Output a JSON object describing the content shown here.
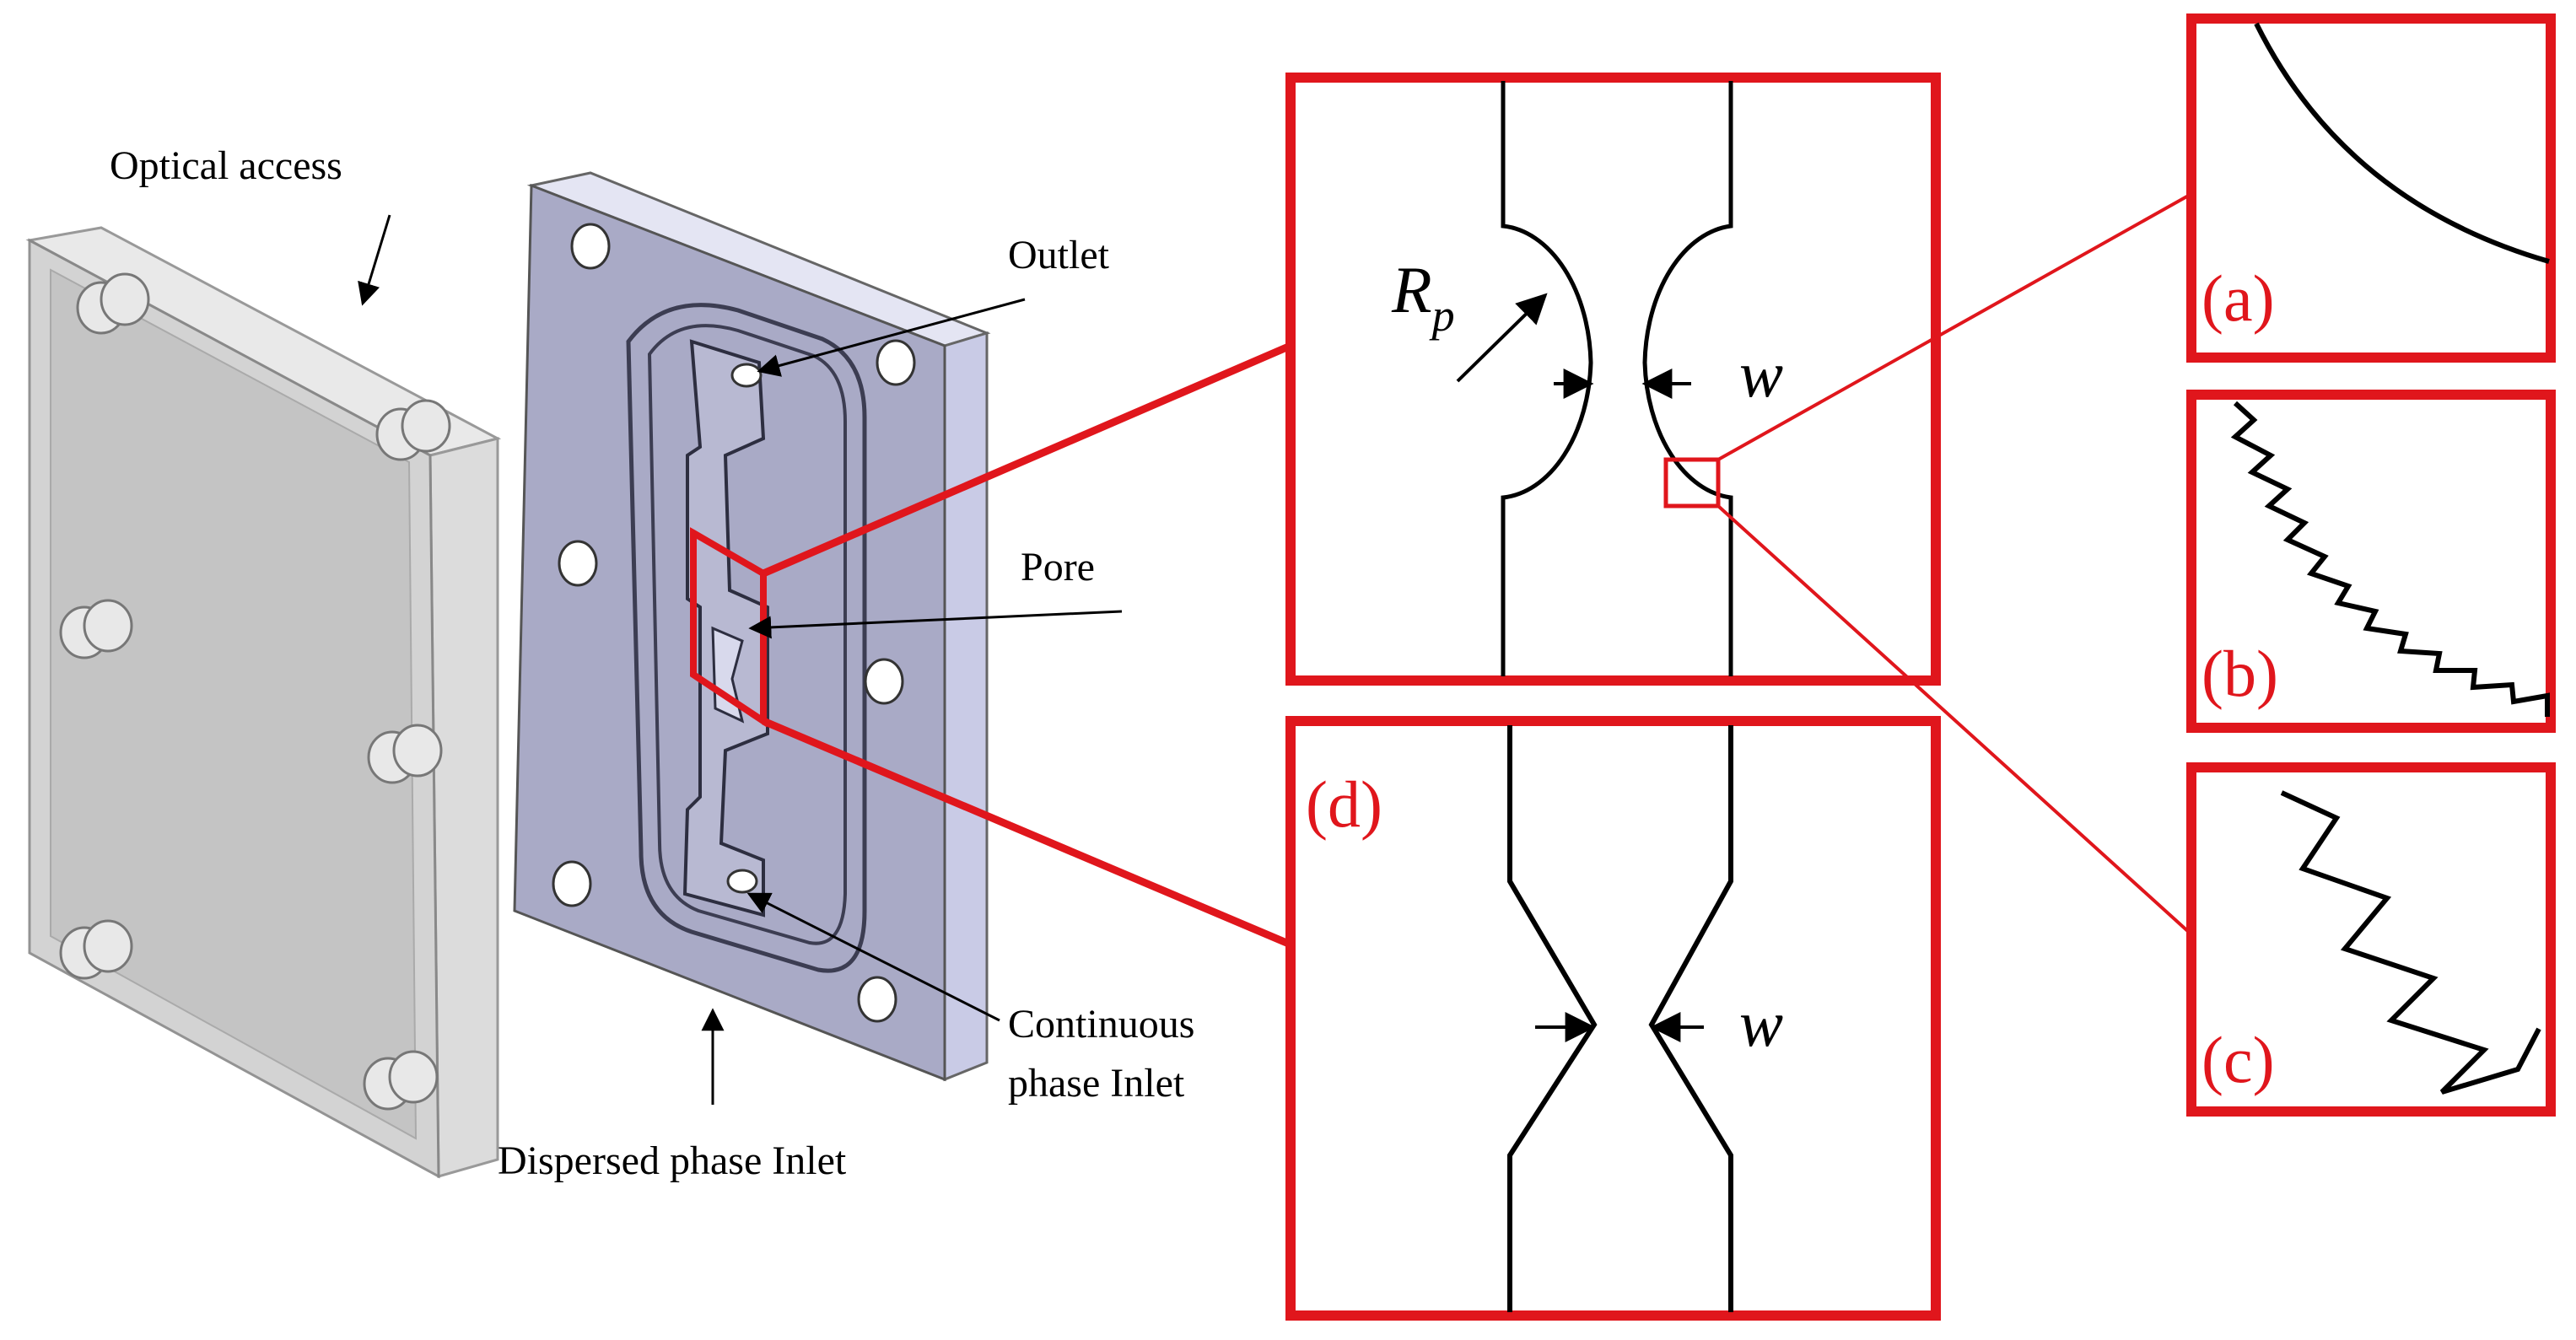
{
  "labels": {
    "optical_access": "Optical access",
    "outlet": "Outlet",
    "pore": "Pore",
    "continuous_line1": "Continuous",
    "continuous_line2": "phase Inlet",
    "dispersed": "Dispersed phase Inlet"
  },
  "symbols": {
    "rp_main": "R",
    "rp_sub": "p",
    "w_top": "w",
    "w_bottom": "w"
  },
  "panels": {
    "a": "(a)",
    "b": "(b)",
    "c": "(c)",
    "d": "(d)"
  },
  "colors": {
    "highlight": "#e0161c",
    "plate": "#a9aac6",
    "plate_side": "#c9cbe6",
    "glass": "#cfcfcf"
  }
}
